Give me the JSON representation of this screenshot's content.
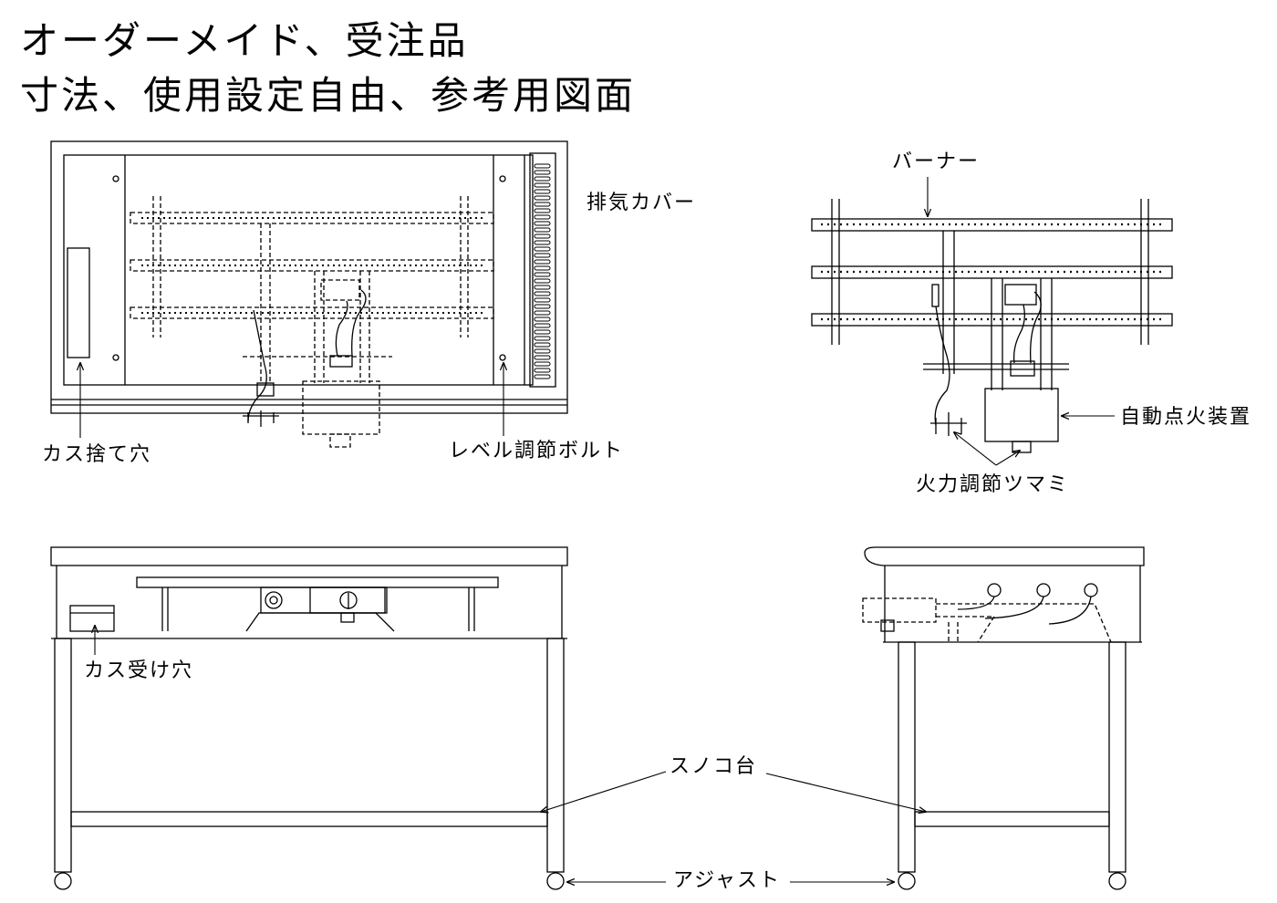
{
  "title": {
    "line1": "オーダーメイド、受注品",
    "line2": "寸法、使用設定自由、参考用図面"
  },
  "labels": {
    "exhaust_cover": "排気カバー",
    "gas_disposal_hole": "カス捨て穴",
    "level_bolt": "レベル調節ボルト",
    "burner": "バーナー",
    "auto_ignition": "自動点火装置",
    "heat_knob": "火力調節ツマミ",
    "gas_receiver_hole": "カス受け穴",
    "slatted_shelf": "スノコ台",
    "adjuster": "アジャスト"
  }
}
